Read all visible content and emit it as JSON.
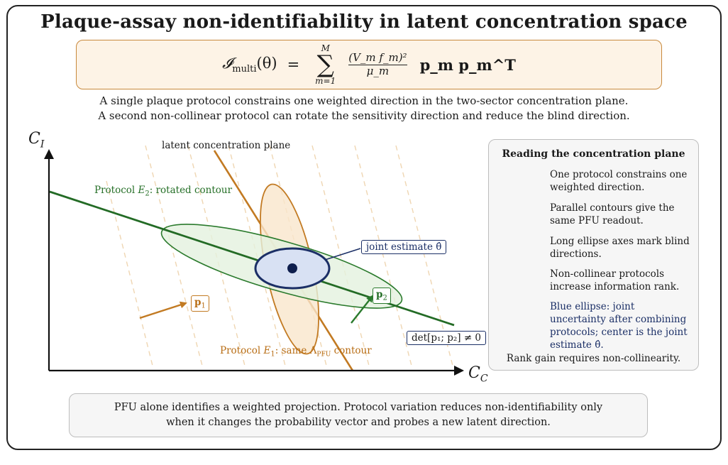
{
  "title": "Plaque-assay non-identifiability in latent concentration space",
  "formula": {
    "lhs_symbol": "𝓘",
    "lhs_sub": "multi",
    "lhs_arg": "(θ)",
    "equals": "=",
    "sum_upper": "M",
    "sum_lower": "m=1",
    "frac_num": "(V_m f_m)²",
    "frac_den": "μ_m",
    "tail": "p_m p_m^T"
  },
  "subtitle": {
    "line1": "A single plaque protocol constrains one weighted direction in the two-sector concentration plane.",
    "line2": "A second non-collinear protocol can rotate the sensitivity direction and reduce the blind direction."
  },
  "axes": {
    "y_label": "C",
    "y_sub": "I",
    "x_label": "C",
    "x_sub": "C"
  },
  "diagram_labels": {
    "latent_plane": "latent concentration plane",
    "protocol_e2_prefix": "Protocol ",
    "protocol_e2_symbol": "E",
    "protocol_e2_sub": "2",
    "protocol_e2_suffix": ": rotated contour",
    "protocol_e1_prefix": "Protocol ",
    "protocol_e1_symbol": "E",
    "protocol_e1_sub": "1",
    "protocol_e1_suffix": ": same Λ",
    "protocol_e1_lambda_sub": "PFU",
    "protocol_e1_tail": " contour",
    "joint_estimate": "joint estimate θ̂",
    "p1": "p",
    "p1_sub": "1",
    "p2": "p",
    "p2_sub": "2",
    "det_text": "det[p₁; p₂] ≠ 0"
  },
  "legend": {
    "title": "Reading the concentration plane",
    "items": [
      {
        "text": "One protocol constrains one weighted direction.",
        "symbol": "solid-orange-ellipse"
      },
      {
        "text": "Parallel contours give the same PFU readout.",
        "symbol": "solid-green-ellipse"
      },
      {
        "text": "Long ellipse axes mark blind directions.",
        "symbol": "dashed-orange-ellipse"
      },
      {
        "text": "Non-collinear protocols increase information rank.",
        "symbol": "dashed-green-ellipse"
      },
      {
        "text": "Blue ellipse: joint uncertainty after combining protocols; center is the joint estimate θ̂.",
        "symbol": "blue-ellipse-dot"
      }
    ],
    "footer": "Rank gain requires non-collinearity."
  },
  "bottom_note": {
    "line1": "PFU alone identifies a weighted projection. Protocol variation reduces non-identifiability only",
    "line2": "when it changes the probability vector and probes a new latent direction."
  },
  "colors": {
    "orange": "#c27a22",
    "orange_fill": "#f9e6cc",
    "green": "#2a7a2c",
    "green_fill": "#e4f1df",
    "blue": "#1b2f66",
    "blue_fill": "#d8e1f3",
    "contour_dash": "#f0d7b4"
  }
}
